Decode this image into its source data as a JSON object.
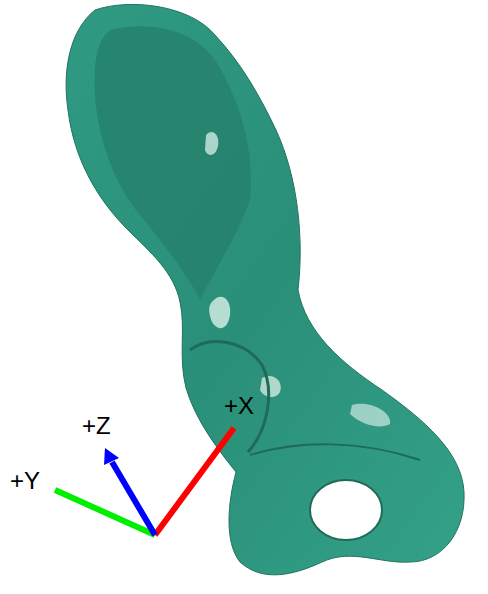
{
  "diagram": {
    "labels": [
      "+Z",
      "+Y",
      "+X"
    ]
  }
}
